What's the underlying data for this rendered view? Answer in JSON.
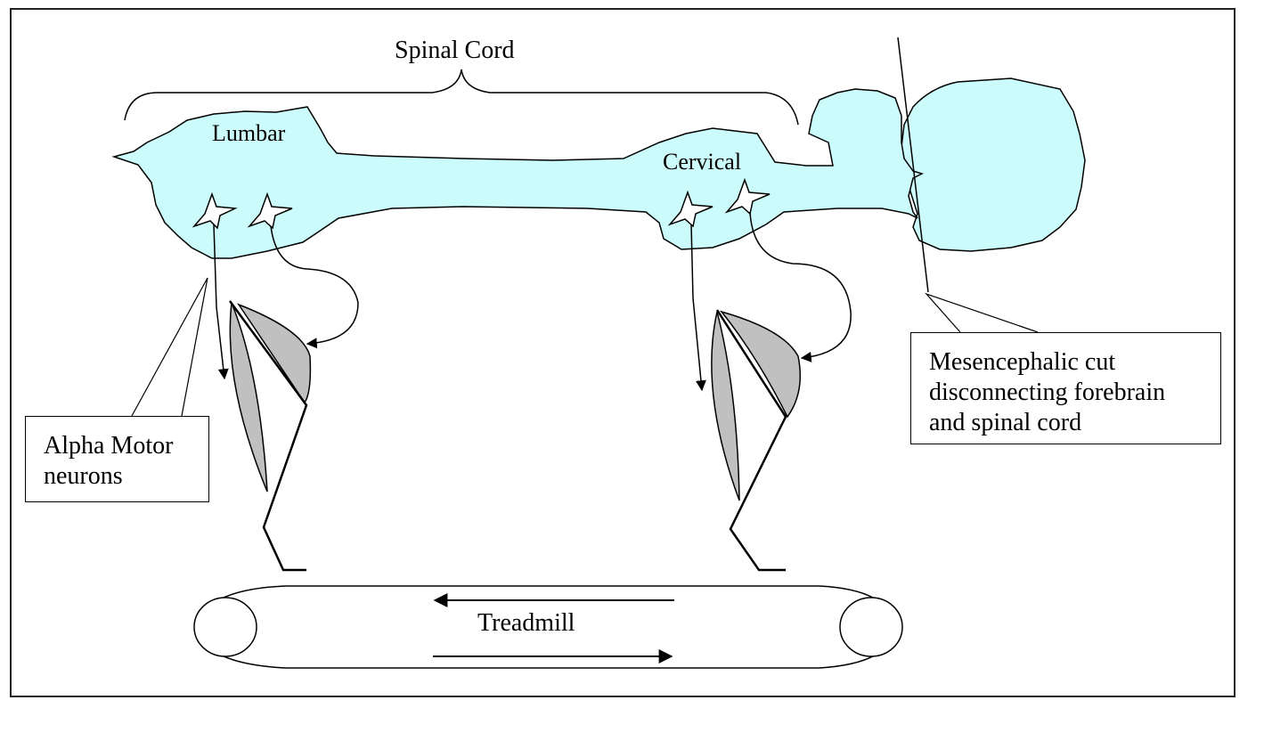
{
  "labels": {
    "spinal_cord": "Spinal Cord",
    "lumbar": "Lumbar",
    "cervical": "Cervical",
    "treadmill": "Treadmill"
  },
  "callouts": {
    "alpha_motor": [
      "Alpha Motor",
      "neurons"
    ],
    "mesencephalic": [
      "Mesencephalic cut",
      "disconnecting forebrain",
      "and spinal cord"
    ]
  },
  "colors": {
    "cord_fill": "#ccfbfb",
    "muscle_fill": "#c0c0c0",
    "line": "#000000"
  }
}
